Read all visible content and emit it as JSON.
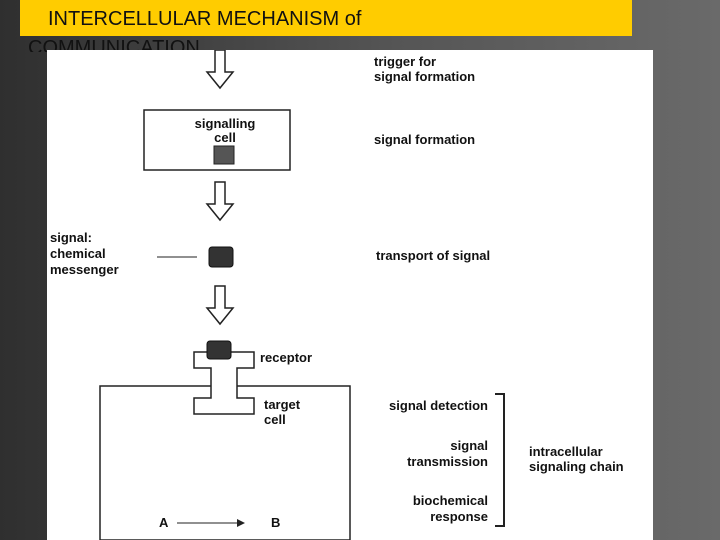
{
  "slide": {
    "title_line1": "INTERCELLULAR MECHANISM of",
    "title_line2": "COMMUNICATION"
  },
  "diagram": {
    "signalling_cell": [
      "signalling",
      "cell"
    ],
    "signal_label": [
      "signal:",
      "chemical",
      "messenger"
    ],
    "receptor": "receptor",
    "target_cell": [
      "target",
      "cell"
    ],
    "reaction_from": "A",
    "reaction_to": "B",
    "steps": {
      "trigger": [
        "trigger for",
        "signal formation"
      ],
      "formation": "signal formation",
      "transport": "transport of signal",
      "detection": "signal detection",
      "transmission": [
        "signal",
        "transmission"
      ],
      "response": [
        "biochemical",
        "response"
      ]
    },
    "chain_label": [
      "intracellular",
      "signaling chain"
    ]
  },
  "colors": {
    "title_bar": "#ffcc00",
    "messenger": "#333333",
    "panel": "#ffffff"
  }
}
